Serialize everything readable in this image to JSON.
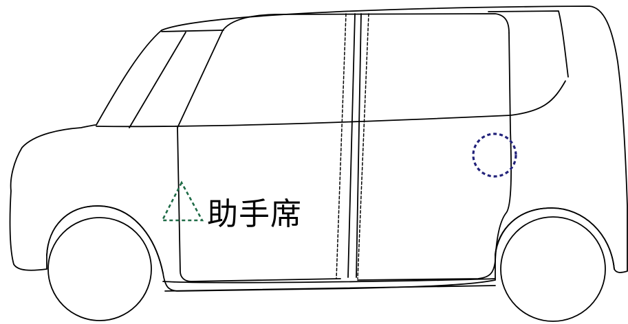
{
  "diagram": {
    "seat_label": "助手席",
    "markers": {
      "triangle": {
        "shape": "dashed-triangle",
        "color": "#1e6b46"
      },
      "circle": {
        "shape": "dashed-circle",
        "color": "#22227a"
      }
    },
    "line_color": "#000000",
    "background": "#ffffff"
  }
}
